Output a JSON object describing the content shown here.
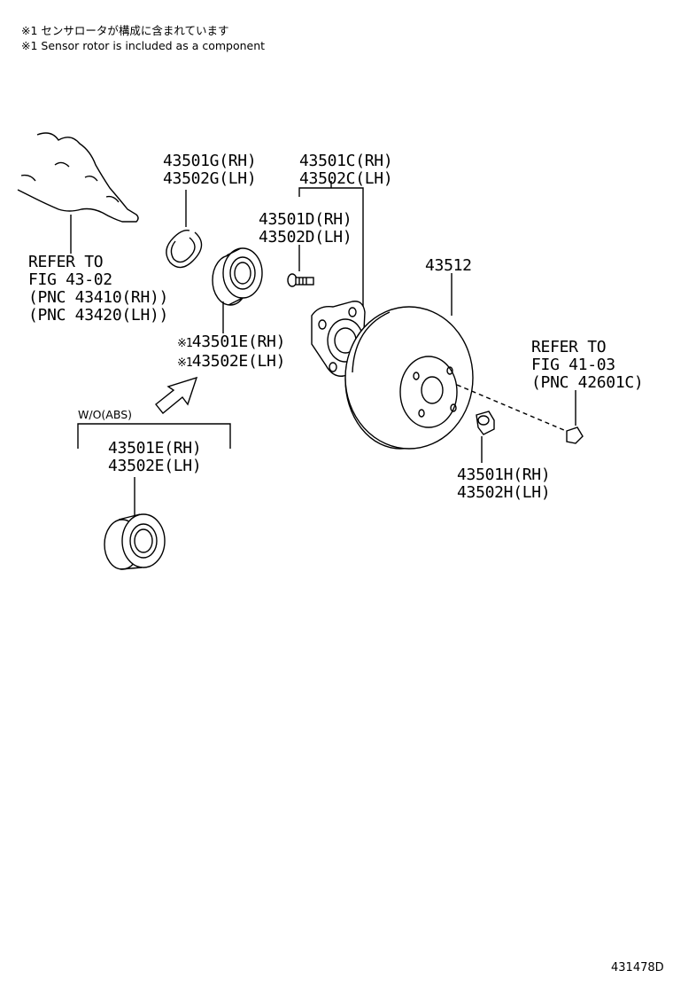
{
  "notes": {
    "line_jp": "※1 センサロータが構成に含まれています",
    "line_en": "※1 Sensor rotor is included as a component"
  },
  "labels": {
    "refer_43_02": [
      "REFER TO",
      "FIG 43-02",
      "(PNC 43410(RH))",
      "(PNC 43420(LH))"
    ],
    "snap_ring": [
      "43501G(RH)",
      "43502G(LH)"
    ],
    "hub_group": [
      "43501C(RH)",
      "43502C(LH)"
    ],
    "hub_bolt": [
      "43501D(RH)",
      "43502D(LH)"
    ],
    "disc": "43512",
    "bearing_mark": "※1",
    "bearing": [
      "43501E(RH)",
      "43502E(LH)"
    ],
    "refer_41_03": [
      "REFER TO",
      "FIG 41-03",
      "(PNC 42601C)"
    ],
    "nut": [
      "43501H(RH)",
      "43502H(LH)"
    ],
    "wo_abs": "W/O(ABS)",
    "bearing_alt": [
      "43501E(RH)",
      "43502E(LH)"
    ]
  },
  "figure_id": "431478D"
}
